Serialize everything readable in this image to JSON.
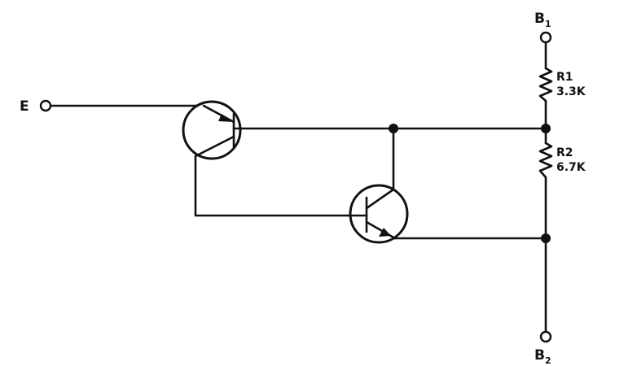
{
  "terminals": {
    "input": {
      "label": "E"
    },
    "top": {
      "label": "B",
      "subscript": "1"
    },
    "bottom": {
      "label": "B",
      "subscript": "2"
    }
  },
  "resistors": [
    {
      "name": "R1",
      "value": "3.3K"
    },
    {
      "name": "R2",
      "value": "6.7K"
    }
  ],
  "transistors": [
    {
      "id": "Q1"
    },
    {
      "id": "Q2"
    }
  ]
}
